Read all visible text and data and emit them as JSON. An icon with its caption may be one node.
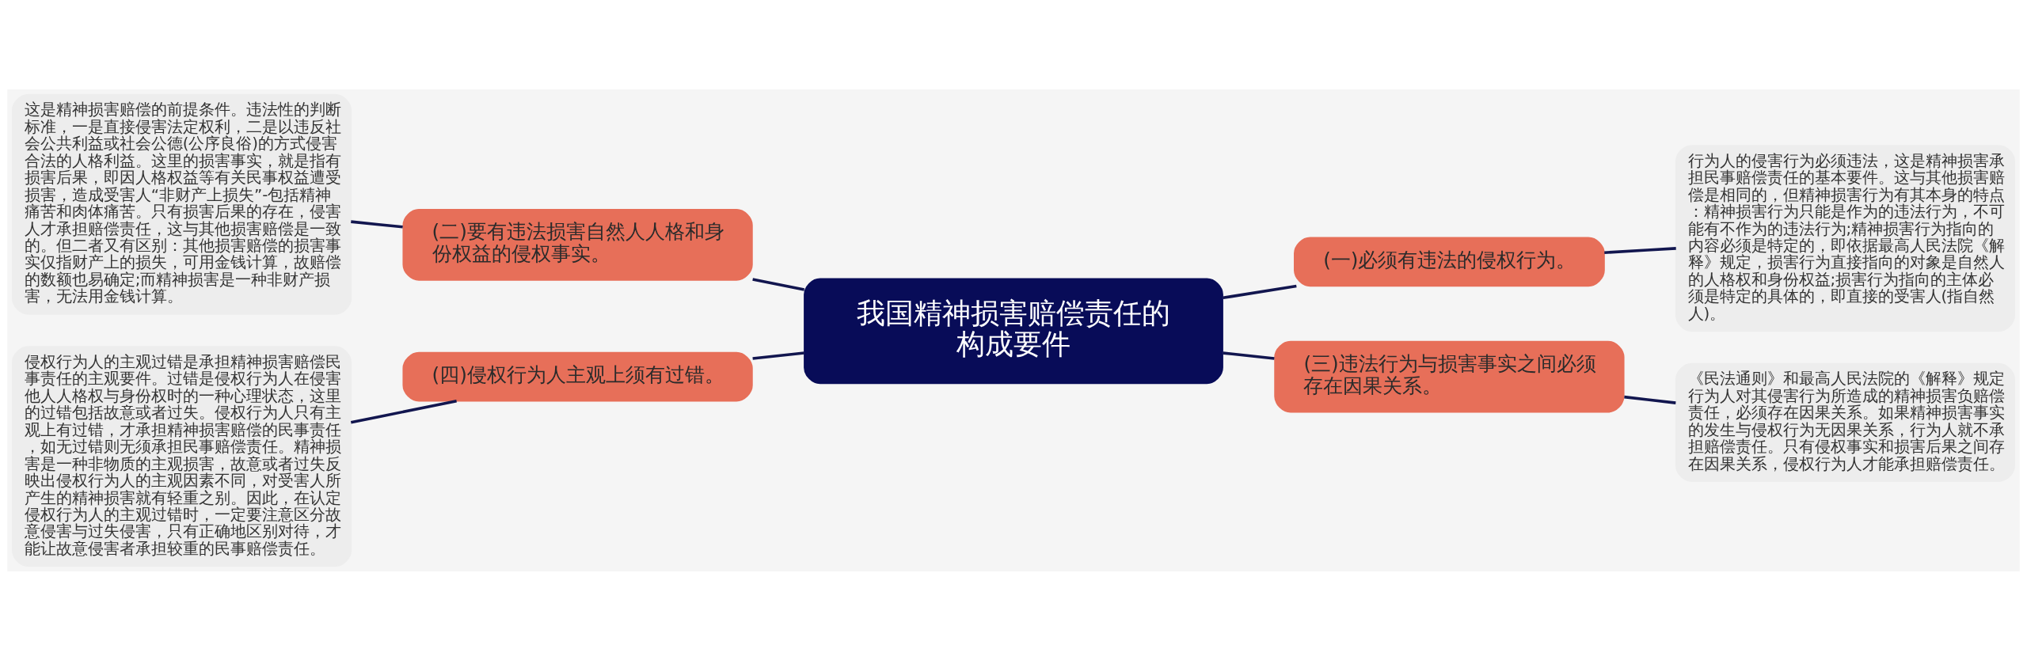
{
  "diagram": {
    "nodes": [
      {
        "text": [
          "我国精神损害赔偿责任的构成要件"
        ]
      },
      {
        "text": [
          "(一)必须有违法的侵权行为。"
        ]
      },
      {
        "text": [
          "行为人的侵害行为必须违法，这是精神损害承担民事赔偿责任的基本要件。这与其他损害赔偿是相同的，但精神损害行为有其本身的特点：精神损害行为只能是作为的违法行为，不可能有不作为的违法行为;精神损害行为指向的内容必须是特定的，即依据最高人民法院《解释》规定，损害行为直接指向的对象是自然人的人格权和身份权益;损害行为指向的主体必须是特定的具体的，即直接的受害人(指自然人)。"
        ]
      },
      {
        "text": [
          "(二)要有违法损害自然人人格和身份权益的侵权事实。"
        ]
      },
      {
        "text": [
          "这是精神损害赔偿的前提条件。违法性的判断标准，一是直接侵害法定权利，二是以违反社会公共利益或社会公德(公序良俗)的方式侵害合法的人格利益。这里的损害事实，就是指有损害后果，即因人格权益等有关民事权益遭受损害，造成受害人“非财产上损失”-包括精神痛苦和肉体痛苦。只有损害后果的存在，侵害人才承担赔偿责任，这与其他损害赔偿是一致的。但二者又有区别：其他损害赔偿的损害事实仅指财产上的损失，可用金钱计算，故赔偿的数额也易确定;而精神损害是一种非财产损害，无法用金钱计算。"
        ]
      },
      {
        "text": [
          "(三)违法行为与损害事实之间必须存在因果关系。"
        ]
      },
      {
        "text": [
          "《民法通则》和最高人民法院的《解释》规定行为人对其侵害行为所造成的精神损害负赔偿责任，必须存在因果关系。如果精神损害事实的发生与侵权行为无因果关系，行为人就不承担赔偿责任。只有侵权事实和损害后果之间存在因果关系，侵权行为人才能承担赔偿责任。"
        ]
      },
      {
        "text": [
          "(四)侵权行为人主观上须有过错。"
        ]
      },
      {
        "text": [
          "侵权行为人的主观过错是承担精神损害赔偿民事责任的主观要件。过错是侵权行为人在侵害他人人格权与身份权时的一种心理状态，这里的过错包括故意或者过失。侵权行为人只有主观上有过错，才承担精神损害赔偿的民事责任，如无过错则无须承担民事赔偿责任。精神损害是一种非物质的主观损害，故意或者过失反映出侵权行为人的主观因素不同，对受害人所产生的精神损害就有轻重之别。因此，在认定侵权行为人的主观过错时，一定要注意区分故意侵害与过失侵害，只有正确地区别对待，才能让故意侵害者承担较重的民事赔偿责任。"
        ]
      }
    ],
    "edges": [
      {
        "from": 0,
        "to": 1,
        "arrow": "none"
      },
      {
        "from": 1,
        "to": 2,
        "arrow": "none"
      },
      {
        "from": 0,
        "to": 3,
        "arrow": "none"
      },
      {
        "from": 3,
        "to": 4,
        "arrow": "none"
      },
      {
        "from": 0,
        "to": 5,
        "arrow": "none"
      },
      {
        "from": 5,
        "to": 6,
        "arrow": "none"
      },
      {
        "from": 0,
        "to": 7,
        "arrow": "none"
      },
      {
        "from": 7,
        "to": 8,
        "arrow": "none"
      }
    ]
  }
}
